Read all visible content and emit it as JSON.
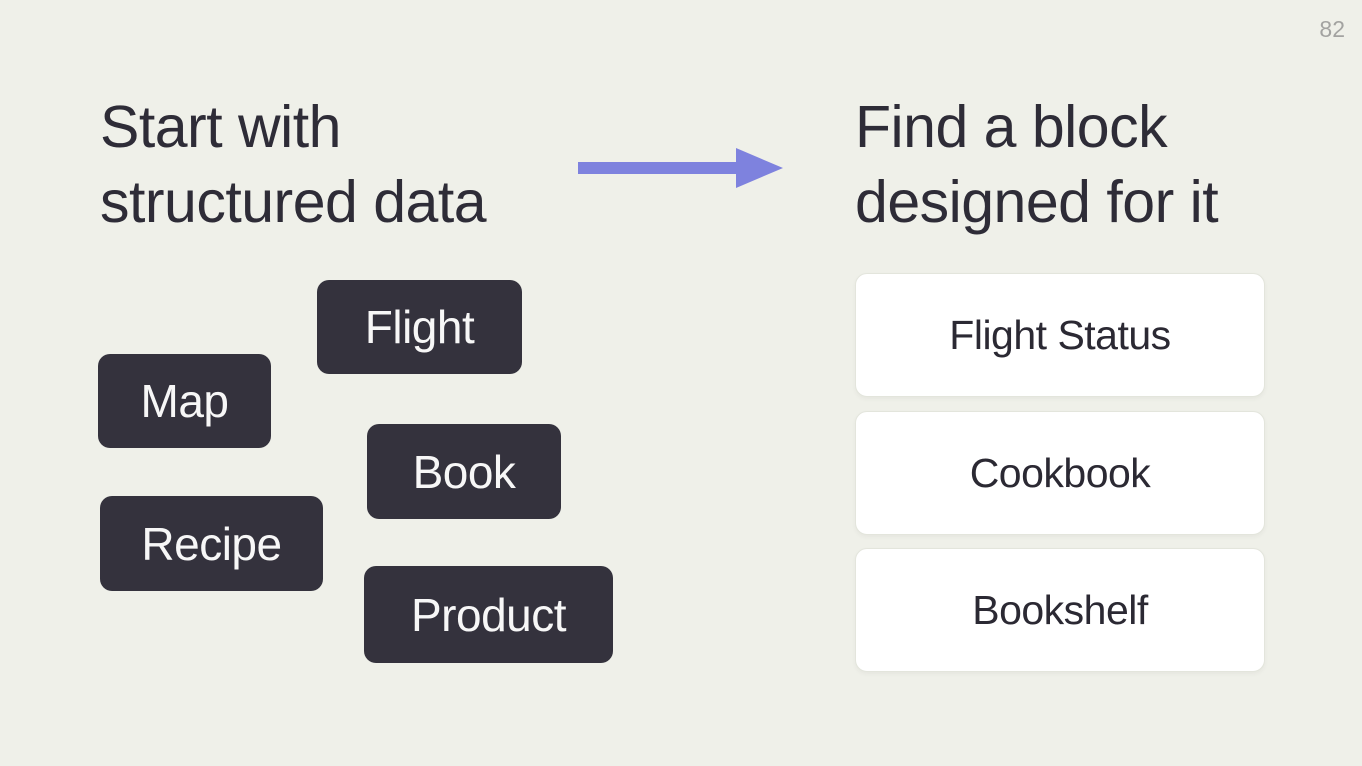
{
  "page_number": "82",
  "left_section": {
    "heading_line1": "Start with",
    "heading_line2": "structured data",
    "tags": [
      {
        "label": "Flight"
      },
      {
        "label": "Map"
      },
      {
        "label": "Book"
      },
      {
        "label": "Recipe"
      },
      {
        "label": "Product"
      }
    ]
  },
  "right_section": {
    "heading_line1": "Find a block",
    "heading_line2": "designed for it",
    "blocks": [
      {
        "label": "Flight Status"
      },
      {
        "label": "Cookbook"
      },
      {
        "label": "Bookshelf"
      }
    ]
  },
  "icons": {
    "arrow": "right-arrow-icon"
  },
  "colors": {
    "background": "#eff0e9",
    "heading_text": "#2e2c37",
    "tag_background": "#34323d",
    "tag_text": "#f7f7f7",
    "card_background": "#ffffff",
    "card_border": "#e3e5dc",
    "card_text": "#2b2933",
    "arrow": "#7e82de",
    "page_number": "#a3a3a1"
  }
}
